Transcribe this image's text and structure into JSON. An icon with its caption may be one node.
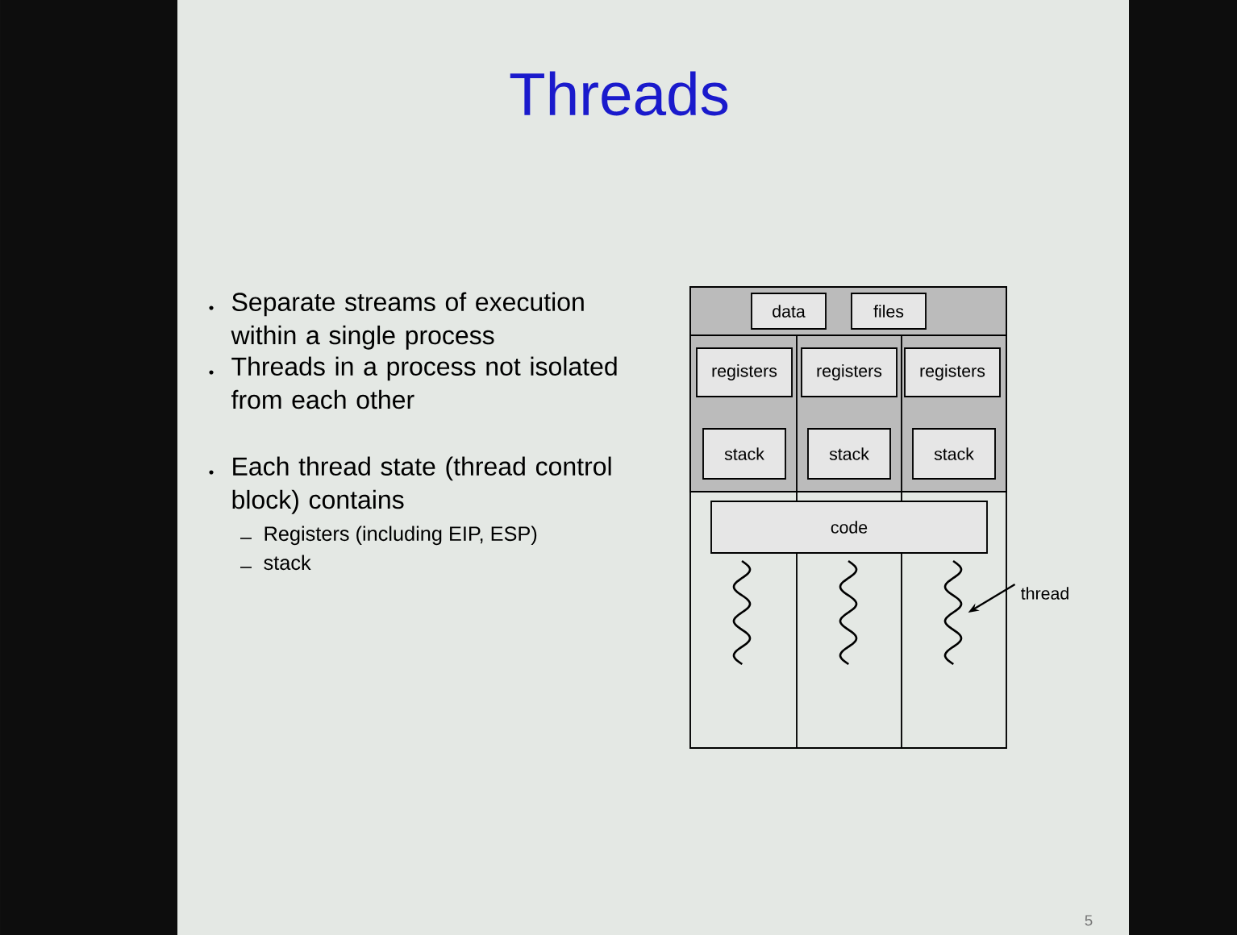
{
  "diagram": {
    "title": "Threads",
    "nodes": [
      {
        "text": [
          "data"
        ]
      },
      {
        "text": [
          "files"
        ]
      },
      {
        "text": [
          "registers"
        ]
      },
      {
        "text": [
          "registers"
        ]
      },
      {
        "text": [
          "registers"
        ]
      },
      {
        "text": [
          "stack"
        ]
      },
      {
        "text": [
          "stack"
        ]
      },
      {
        "text": [
          "stack"
        ]
      },
      {
        "text": [
          "code"
        ]
      },
      {
        "text": [],
        "shape": "wave"
      },
      {
        "text": [],
        "shape": "wave"
      },
      {
        "text": [],
        "shape": "wave"
      },
      {
        "text": [
          "thread"
        ]
      }
    ],
    "edges": [
      {
        "from": 12,
        "to": 11,
        "arrow": "to"
      }
    ],
    "labels": [
      "Separate streams of execution within a single process",
      "Threads in a process not isolated from each other",
      "Each thread state (thread control block) contains",
      "Registers (including EIP, ESP)",
      "stack",
      "5"
    ]
  }
}
